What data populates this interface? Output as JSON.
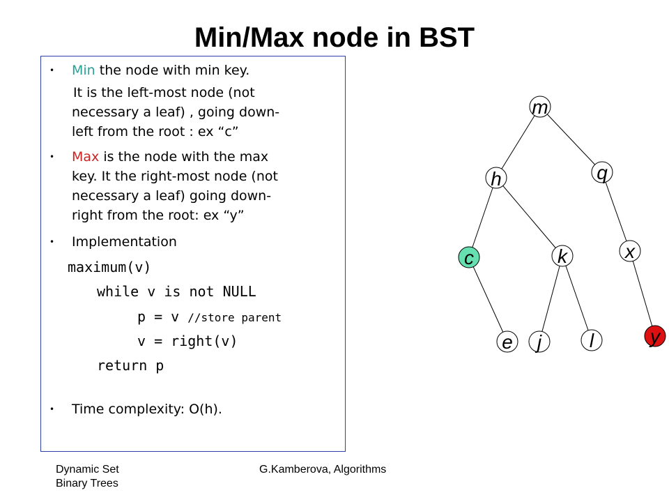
{
  "slide": {
    "title": "Min/Max node in BST",
    "bullets": {
      "min_keyword": "Min",
      "min_rest": " the node with min key.",
      "min_line2": "It is the left-most node (not",
      "min_line3": "necessary a leaf) , going down-",
      "min_line4": "left from the root : ex “c”",
      "max_keyword": "Max",
      "max_rest": " is the node with the max",
      "max_line2": "key. It the right-most node (not",
      "max_line3": "necessary a leaf) going down-",
      "max_line4": "right from the root:  ex “y”",
      "impl": "Implementation",
      "code1": "maximum(v)",
      "code2": "while v is not  NULL",
      "code3a": "p = v ",
      "code3b": "//store parent",
      "code4": "v = right(v)",
      "code5": "return p",
      "time": "Time complexity:  O(h)."
    },
    "footer": {
      "left_line1": "Dynamic Set",
      "left_line2": "Binary Trees",
      "center": "G.Kamberova, Algorithms"
    }
  },
  "tree": {
    "nodes": {
      "m": "m",
      "h": "h",
      "q": "q",
      "c": "c",
      "k": "k",
      "x": "x",
      "e": "e",
      "j": "j",
      "l": "l",
      "y": "y"
    },
    "colors": {
      "min_node": "#66e0b0",
      "max_node": "#dd1111"
    }
  }
}
